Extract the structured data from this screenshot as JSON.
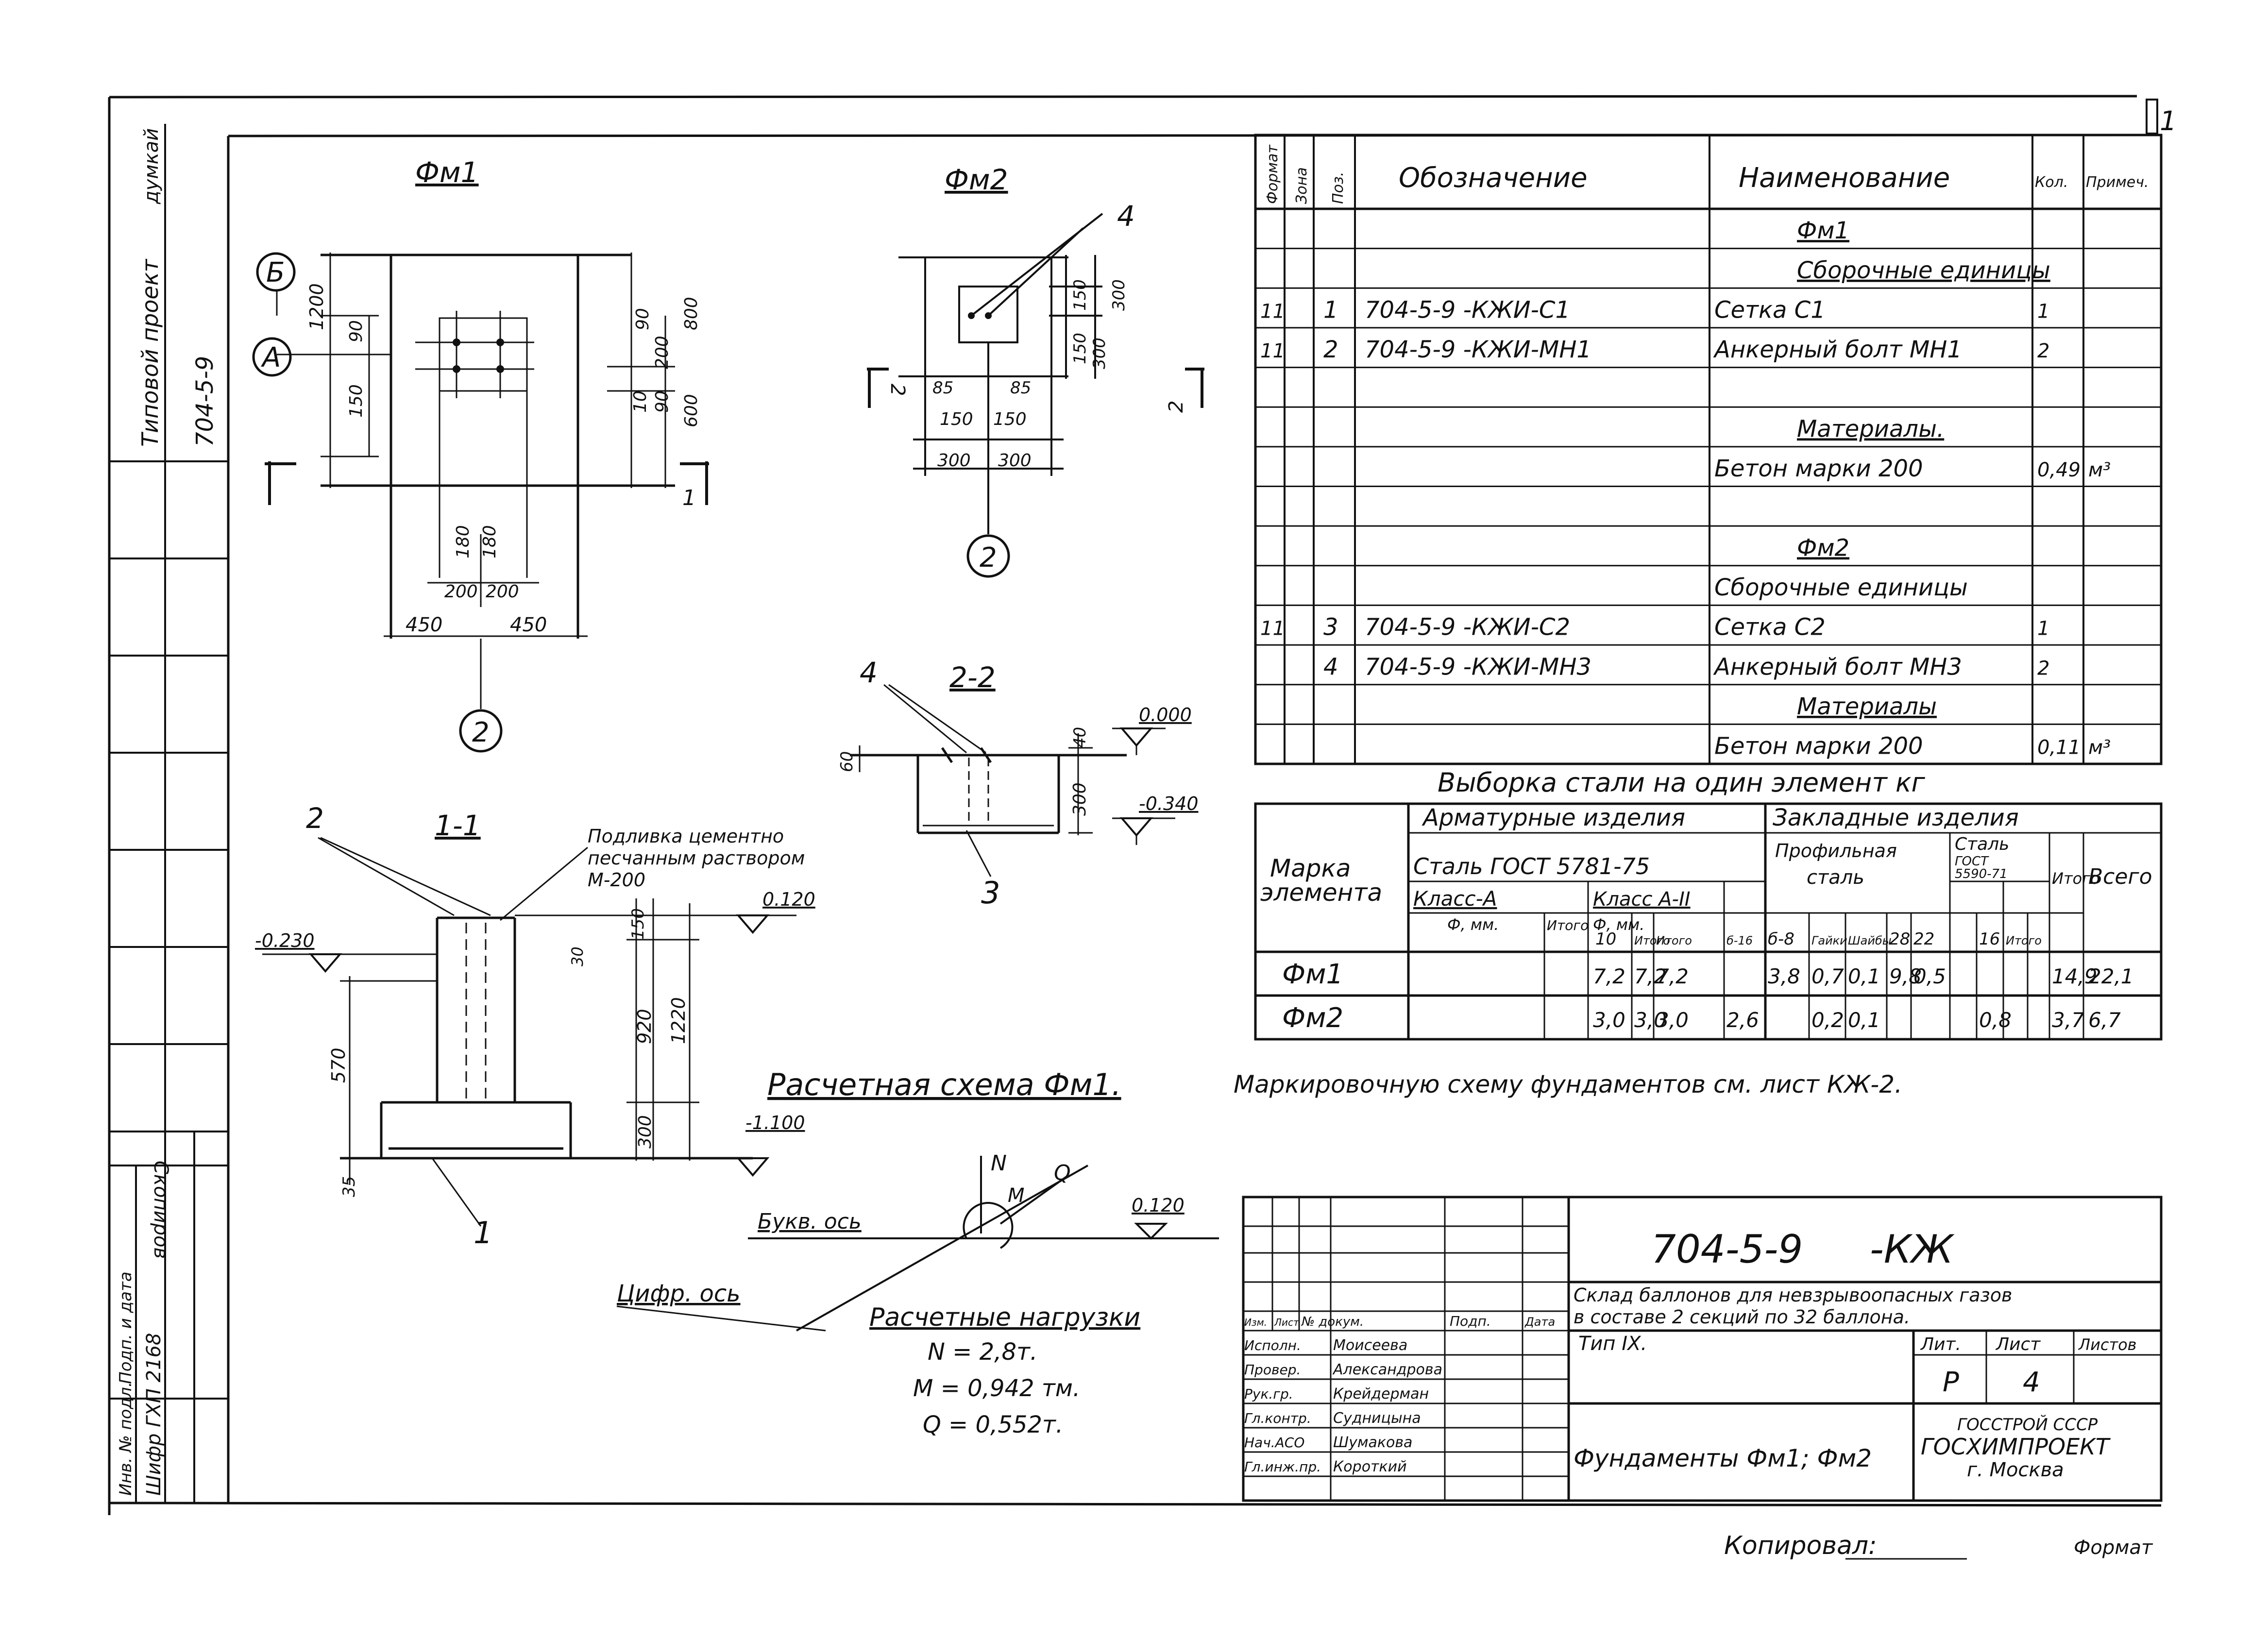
{
  "page_number": "1",
  "side_stamp": {
    "title": "Типовой проект",
    "title_tail": "думкай",
    "code": "704-5-9",
    "copied": "Скопиров",
    "labels": [
      "Инв. № подл.",
      "Подп. и дата",
      "Шифр ГХП 2168"
    ]
  },
  "drawings": {
    "fm1_plan": {
      "title": "Фм1",
      "axis_b": "Б",
      "axis_a": "А",
      "axis_2": "2",
      "dims": [
        "1200",
        "90",
        "150",
        "90",
        "200",
        "800",
        "10",
        "90",
        "600",
        "180",
        "180",
        "200",
        "200",
        "450",
        "450"
      ],
      "cut": "1"
    },
    "fm2_plan": {
      "title": "Фм2",
      "pos": "4",
      "axis_2": "2",
      "dims": [
        "150",
        "300",
        "150",
        "300",
        "85",
        "85",
        "150",
        "150",
        "300",
        "300"
      ],
      "cut": "2"
    },
    "section_22": {
      "title": "2-2",
      "pos_4": "4",
      "pos_3": "3",
      "dims": [
        "60",
        "40",
        "300"
      ],
      "elev_top": "0.000",
      "elev_bot": "-0.340"
    },
    "section_11": {
      "title": "1-1",
      "pos_2": "2",
      "pos_1": "1",
      "grout_note": [
        "Подливка цементно",
        "песчанным раствором",
        "М-200"
      ],
      "dims": [
        "150",
        "30",
        "570",
        "920",
        "1220",
        "300",
        "35"
      ],
      "elev_left": "-0.230",
      "elev_top": "0.120",
      "elev_bottom": "-1.100"
    },
    "calc_scheme": {
      "title": "Расчетная схема Фм1.",
      "N": "N",
      "M": "M",
      "Q": "Q",
      "elev": "0.120",
      "letter_axis": "Букв. ось",
      "digit_axis": "Цифр. ось"
    },
    "loads": {
      "title": "Расчетные нагрузки",
      "n": "N = 2,8т.",
      "m": "M = 0,942 тм.",
      "q": "Q = 0,552т."
    }
  },
  "spec_table": {
    "headers": [
      "Формат",
      "Зона",
      "Поз.",
      "Обозначение",
      "Наименование",
      "Кол.",
      "Примеч."
    ],
    "rows": [
      {
        "fmt": "",
        "zone": "",
        "pos": "",
        "code": "",
        "name": "Фм1",
        "qty": "",
        "note": "",
        "kind": "heading"
      },
      {
        "fmt": "",
        "zone": "",
        "pos": "",
        "code": "",
        "name": "Сборочные единицы",
        "qty": "",
        "note": "",
        "kind": "heading"
      },
      {
        "fmt": "11",
        "zone": "",
        "pos": "1",
        "code": "704-5-9 -КЖИ-С1",
        "name": "Сетка С1",
        "qty": "1",
        "note": ""
      },
      {
        "fmt": "11",
        "zone": "",
        "pos": "2",
        "code": "704-5-9 -КЖИ-МН1",
        "name": "Анкерный болт МН1",
        "qty": "2",
        "note": ""
      },
      {
        "fmt": "",
        "zone": "",
        "pos": "",
        "code": "",
        "name": "",
        "qty": "",
        "note": ""
      },
      {
        "fmt": "",
        "zone": "",
        "pos": "",
        "code": "",
        "name": "Материалы.",
        "qty": "",
        "note": "",
        "kind": "heading"
      },
      {
        "fmt": "",
        "zone": "",
        "pos": "",
        "code": "",
        "name": "Бетон марки 200",
        "qty": "0,49",
        "note": "м³"
      },
      {
        "fmt": "",
        "zone": "",
        "pos": "",
        "code": "",
        "name": "",
        "qty": "",
        "note": ""
      },
      {
        "fmt": "",
        "zone": "",
        "pos": "",
        "code": "",
        "name": "Фм2",
        "qty": "",
        "note": "",
        "kind": "heading"
      },
      {
        "fmt": "",
        "zone": "",
        "pos": "",
        "code": "",
        "name": "Сборочные единицы",
        "qty": "",
        "note": ""
      },
      {
        "fmt": "11",
        "zone": "",
        "pos": "3",
        "code": "704-5-9 -КЖИ-С2",
        "name": "Сетка С2",
        "qty": "1",
        "note": ""
      },
      {
        "fmt": "",
        "zone": "",
        "pos": "4",
        "code": "704-5-9 -КЖИ-МН3",
        "name": "Анкерный болт МН3",
        "qty": "2",
        "note": ""
      },
      {
        "fmt": "",
        "zone": "",
        "pos": "",
        "code": "",
        "name": "Материалы",
        "qty": "",
        "note": "",
        "kind": "heading"
      },
      {
        "fmt": "",
        "zone": "",
        "pos": "",
        "code": "",
        "name": "Бетон марки 200",
        "qty": "0,11",
        "note": "м³"
      }
    ]
  },
  "steel_table": {
    "title": "Выборка стали на один элемент кг",
    "h_mark": [
      "Марка",
      "элемента"
    ],
    "h_arm": "Арматурные изделия",
    "h_emb": "Закладные изделия",
    "h_steel_gost": "Сталь ГОСТ 5781-75",
    "h_class_a": "Класс-А",
    "h_class_a2": "Класс А-II",
    "h_dia_mm": "Ф, мм.",
    "h_dia_mm2": "Ф, мм.",
    "h_total": "Итого",
    "h_profile": [
      "Профильная",
      "сталь"
    ],
    "h_steel2": [
      "Сталь",
      "ГОСТ",
      "5590-71"
    ],
    "h_grand": "Всего",
    "sub_cols": [
      "10",
      "Итого",
      "Итого",
      "б-16",
      "б-8",
      "Гайки",
      "Шайбы",
      "28",
      "22",
      "16",
      "Итого"
    ],
    "rows": [
      {
        "mark": "Фм1",
        "v": [
          "",
          "",
          "7,2",
          "7,2",
          "7,2",
          "",
          "3,8",
          "0,7",
          "0,1",
          "9,8",
          "0,5",
          "",
          "14,9",
          "22,1"
        ]
      },
      {
        "mark": "Фм2",
        "v": [
          "",
          "",
          "3,0",
          "3,0",
          "3,0",
          "2,6",
          "",
          "0,2",
          "0,1",
          "",
          "",
          "0,8",
          "3,7",
          "6,7"
        ]
      }
    ]
  },
  "note": "Маркировочную схему фундаментов см. лист КЖ-2.",
  "title_block": {
    "code": "704-5-9",
    "suffix": "-КЖ",
    "desc": [
      "Склад баллонов для невзрывоопасных газов",
      "в составе 2 секций по 32 баллона."
    ],
    "type": "Тип IX.",
    "stage_h": "Лит.",
    "sheet_h": "Лист",
    "sheets_h": "Листов",
    "stage": "Р",
    "sheet": "4",
    "sheet_name": "Фундаменты Фм1; Фм2",
    "org": [
      "ГОССТРОЙ СССР",
      "ГОСХИМПРОЕКТ",
      "г. Москва"
    ],
    "heads": [
      "Изм.",
      "Лист",
      "№ докум.",
      "Подп.",
      "Дата"
    ],
    "people": [
      {
        "role": "Исполн.",
        "name": "Моисеева"
      },
      {
        "role": "Провер.",
        "name": "Александрова"
      },
      {
        "role": "Рук.гр.",
        "name": "Крейдерман"
      },
      {
        "role": "Гл.контр.",
        "name": "Судницына"
      },
      {
        "role": "Нач.АСО",
        "name": "Шумакова"
      },
      {
        "role": "Гл.инж.пр.",
        "name": "Короткий"
      }
    ]
  },
  "footer": {
    "copied": "Копировал:",
    "format": "Формат"
  }
}
